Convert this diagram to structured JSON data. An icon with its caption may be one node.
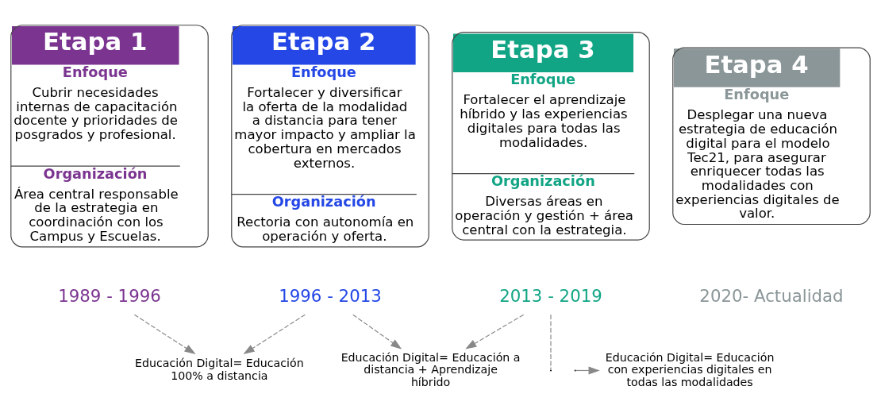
{
  "diagram": {
    "nodes": [
      {
        "text": [
          "Etapa 1",
          "Enfoque",
          "Cubrir necesidades internas de capacitación docente y prioridades de posgrados y profesional.",
          "Organización",
          "Área central responsable de la estrategia en coordinación con los Campus y Escuelas."
        ]
      },
      {
        "text": [
          "Etapa 2",
          "Enfoque",
          "Fortalecer y diversificar la oferta de la modalidad a distancia para tener mayor impacto y ampliar la cobertura en mercados externos.",
          "Organización",
          "Rectoria con autonomía en operación y oferta."
        ]
      },
      {
        "text": [
          "Etapa 3",
          "Enfoque",
          "Fortalecer el aprendizaje híbrido y las experiencias digitales para todas las modalidades.",
          "Organización",
          "Diversas áreas en operación y gestión + área central con la estrategia."
        ]
      },
      {
        "text": [
          "Etapa 4",
          "Enfoque",
          "Desplegar una nueva estrategia de educación digital para el modelo Tec21, para asegurar enriquecer todas las modalidades con experiencias digitales de valor."
        ]
      },
      {
        "text": [
          "1989 - 1996"
        ]
      },
      {
        "text": [
          "1996 - 2013"
        ]
      },
      {
        "text": [
          "2013 - 2019"
        ]
      },
      {
        "text": [
          "2020- Actualidad"
        ]
      },
      {
        "text": [
          "Educación Digital= Educación 100% a distancia"
        ]
      },
      {
        "text": [
          "Educación Digital= Educación a distancia + Aprendizaje híbrido"
        ]
      },
      {
        "text": [
          "Educación Digital= Educación con experiencias digitales en todas las modalidades"
        ]
      }
    ],
    "edges": [
      {
        "from": 4,
        "to": 8,
        "arrow": "to",
        "style": "dashed"
      },
      {
        "from": 5,
        "to": 8,
        "arrow": "to",
        "style": "dashed"
      },
      {
        "from": 5,
        "to": 9,
        "arrow": "to",
        "style": "dashed"
      },
      {
        "from": 6,
        "to": 9,
        "arrow": "to",
        "style": "dashed"
      },
      {
        "from": 6,
        "to": null,
        "arrow": "none",
        "style": "dashed"
      },
      {
        "from": null,
        "to": 10,
        "arrow": "to"
      }
    ]
  }
}
